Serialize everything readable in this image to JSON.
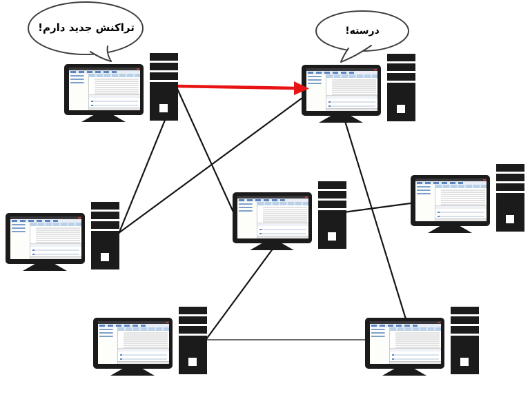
{
  "diagram": {
    "type": "peer-to-peer-network",
    "background": "#ffffff",
    "bubbles": [
      {
        "id": "bubble-new-transaction",
        "text": "تراکنش جدید دارم!",
        "speaker": "computer-top-left"
      },
      {
        "id": "bubble-ok",
        "text": "درسته!",
        "speaker": "computer-top-right"
      }
    ],
    "nodes": [
      {
        "id": "computer-top-left"
      },
      {
        "id": "computer-top-right"
      },
      {
        "id": "computer-mid-left"
      },
      {
        "id": "computer-center"
      },
      {
        "id": "computer-right"
      },
      {
        "id": "computer-bottom-center"
      },
      {
        "id": "computer-bottom-right"
      }
    ],
    "edges": [
      {
        "from": "computer-top-left",
        "to": "computer-top-right",
        "style": "red-arrow"
      },
      {
        "from": "computer-top-left",
        "to": "computer-mid-left",
        "style": "line"
      },
      {
        "from": "computer-top-left",
        "to": "computer-center",
        "style": "line"
      },
      {
        "from": "computer-mid-left",
        "to": "computer-top-right",
        "style": "line"
      },
      {
        "from": "computer-top-right",
        "to": "computer-bottom-right",
        "style": "line"
      },
      {
        "from": "computer-center",
        "to": "computer-right",
        "style": "line"
      },
      {
        "from": "computer-center",
        "to": "computer-bottom-center",
        "style": "line"
      },
      {
        "from": "computer-bottom-center",
        "to": "computer-bottom-right",
        "style": "line"
      }
    ],
    "colors": {
      "line": "#151515",
      "arrow": "#e81313",
      "bubble_border": "#3f3f3f",
      "computer_body": "#1b1b1b"
    }
  }
}
